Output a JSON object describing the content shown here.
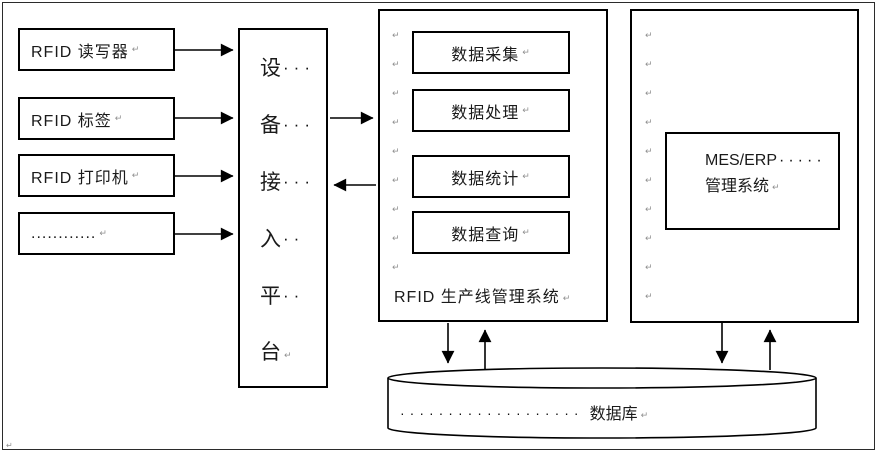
{
  "marks": {
    "glyph": "↵"
  },
  "colors": {
    "line": "#000000",
    "text": "#1a1a1a",
    "mark": "#8f8f8f",
    "background": "#ffffff"
  },
  "devices": [
    {
      "label": "RFID 读写器"
    },
    {
      "label": "RFID 标签"
    },
    {
      "label": "RFID 打印机"
    },
    {
      "label": "............"
    }
  ],
  "platform": {
    "lines": [
      {
        "ch": "设",
        "dots": "···"
      },
      {
        "ch": "备",
        "dots": "···"
      },
      {
        "ch": "接",
        "dots": "···"
      },
      {
        "ch": "入",
        "dots": "··"
      },
      {
        "ch": "平",
        "dots": "··"
      },
      {
        "ch": "台",
        "dots": ""
      }
    ]
  },
  "production_system": {
    "modules": [
      {
        "label": "数据采集"
      },
      {
        "label": "数据处理"
      },
      {
        "label": "数据统计"
      },
      {
        "label": "数据查询"
      }
    ],
    "caption": "RFID 生产线管理系统"
  },
  "mes_system": {
    "line1": "MES/ERP",
    "line1_dots": "·····",
    "line2": "管理系统"
  },
  "database": {
    "dots": "···················",
    "label": "数据库"
  }
}
